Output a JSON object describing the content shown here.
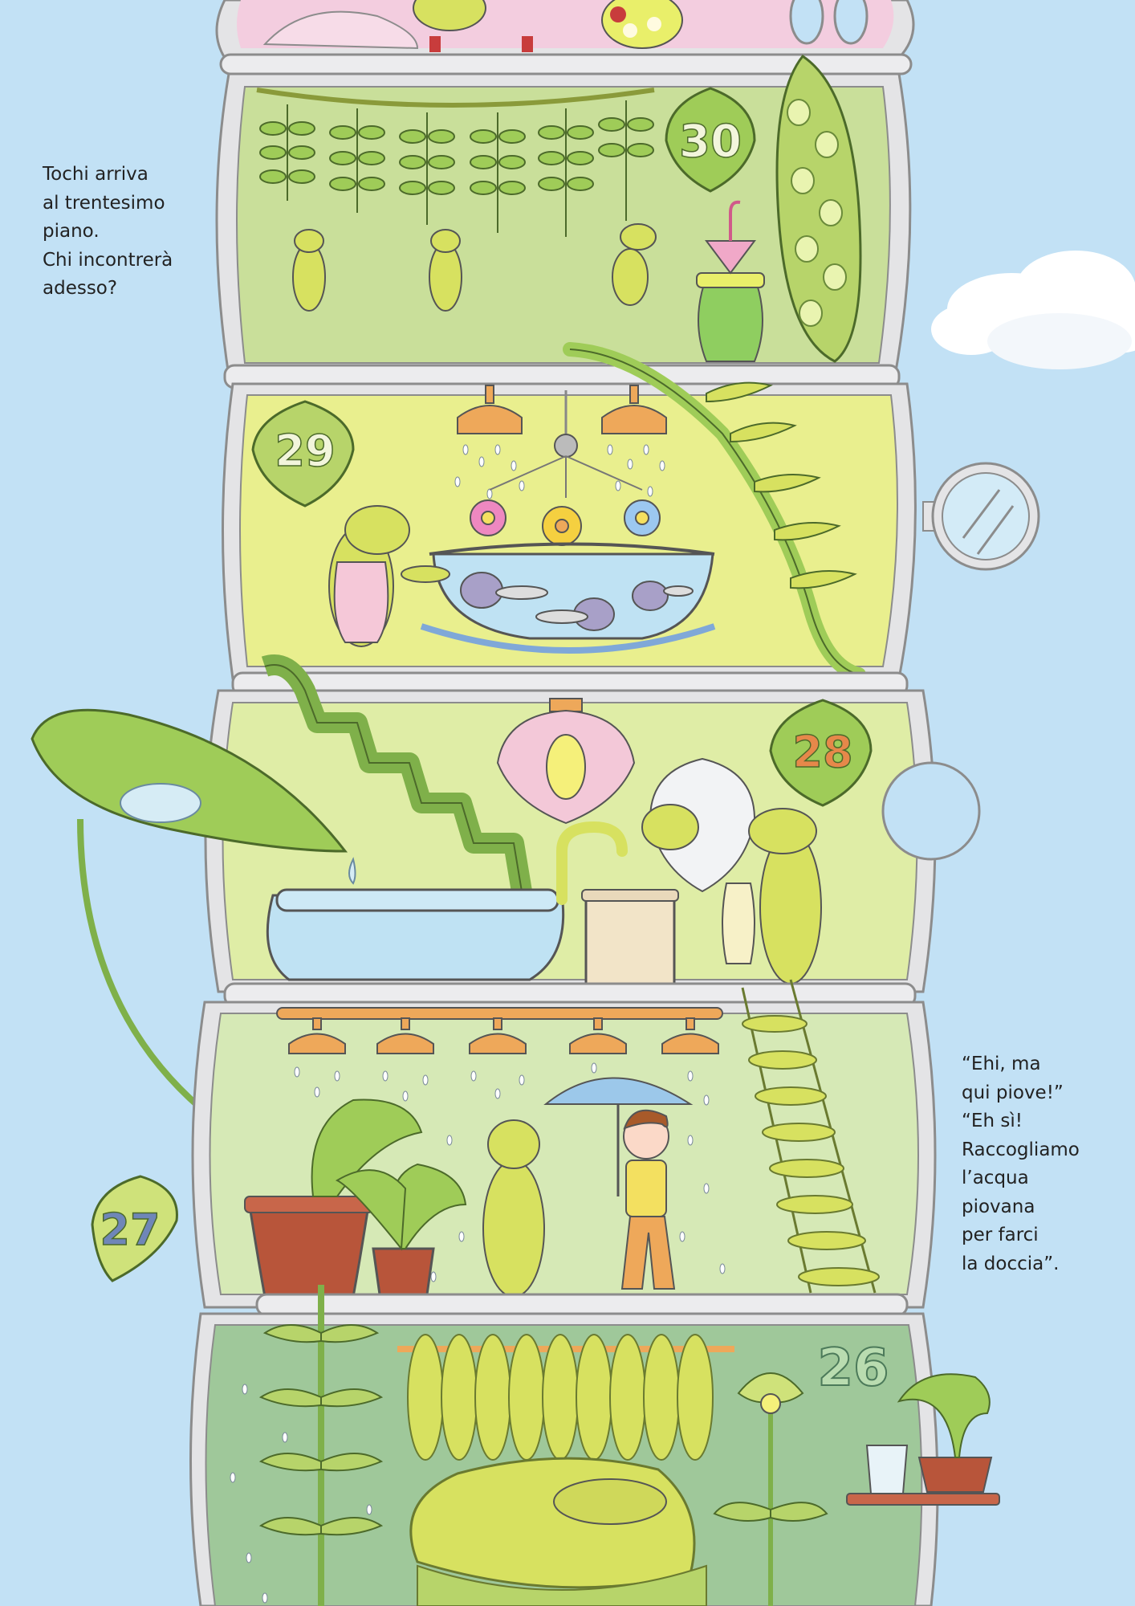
{
  "story": {
    "intro_lines": [
      "Tochi arriva",
      "al trentesimo",
      "piano.",
      "Chi incontrerà",
      "adesso?"
    ],
    "dialogue_lines": [
      "“Ehi, ma",
      "qui piove!”",
      "“Eh sì!",
      "Raccogliamo",
      "l’acqua",
      "piovana",
      "per farci",
      "la doccia”."
    ]
  },
  "floors": [
    {
      "number": "30",
      "theme": "hanging-vines-floor"
    },
    {
      "number": "29",
      "theme": "tadpole-shower-floor"
    },
    {
      "number": "28",
      "theme": "washroom-floor"
    },
    {
      "number": "27",
      "theme": "rain-room-floor"
    },
    {
      "number": "26",
      "theme": "leaf-bedroom-floor"
    }
  ],
  "colors": {
    "sky": "#c2e1f5",
    "wall": "#e4e4e6",
    "floor30": "#c9df9a",
    "floor29": "#e9ef8e",
    "floor28": "#dfeda6",
    "floor27": "#d6e9b6",
    "floor26": "#9fc89a",
    "frog": "#d7e160",
    "leaf": "#9fcc58",
    "orange": "#eea85a",
    "number_blue": "#6f86b8",
    "number_orange": "#e6884a"
  }
}
